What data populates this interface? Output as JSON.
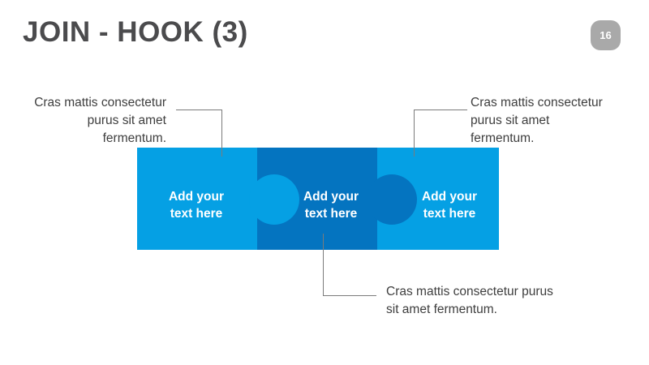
{
  "slide": {
    "title": "JOIN - HOOK (3)",
    "page_number": "16"
  },
  "colors": {
    "light_blue": "#05A0E4",
    "dark_blue": "#0474C0",
    "title_gray": "#4B4B4D",
    "badge_gray": "#A9A9A9",
    "callout_text_gray": "#3E3E3E",
    "connector_gray": "#7B7B7B",
    "placeholder_text": "#FFFFFF"
  },
  "puzzle": {
    "pieces": [
      {
        "placeholder": "Add your\ntext here"
      },
      {
        "placeholder": "Add your\ntext here"
      },
      {
        "placeholder": "Add your\ntext here"
      }
    ]
  },
  "callouts": {
    "top_left": "Cras mattis consectetur\npurus sit amet\nfermentum.",
    "top_right": "Cras mattis consectetur\npurus sit amet\nfermentum.",
    "bottom": "Cras mattis consectetur purus\nsit amet fermentum."
  }
}
